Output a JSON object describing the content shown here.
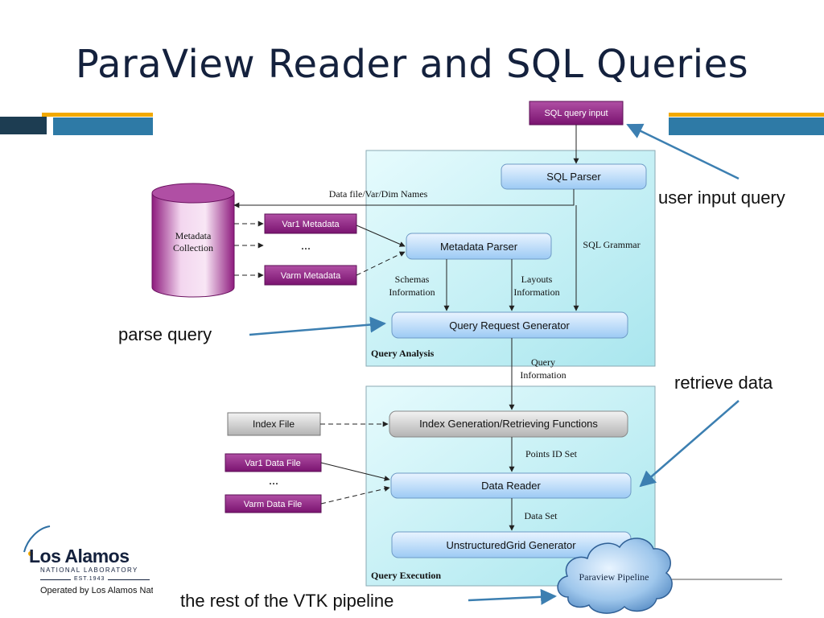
{
  "slide": {
    "title": "ParaView Reader and SQL Queries"
  },
  "diagram": {
    "sql_query_input": "SQL query input",
    "sql_parser": "SQL Parser",
    "data_file_names": "Data file/Var/Dim Names",
    "sql_grammar": "SQL Grammar",
    "metadata_collection_line1": "Metadata",
    "metadata_collection_line2": "Collection",
    "var1_metadata": "Var1 Metadata",
    "varm_metadata": "Varm Metadata",
    "metadata_parser": "Metadata Parser",
    "ellipsis": "...",
    "schemas_line1": "Schemas",
    "schemas_line2": "Information",
    "layouts_line1": "Layouts",
    "layouts_line2": "Information",
    "query_request_generator": "Query Request Generator",
    "query_analysis": "Query Analysis",
    "query_info_line1": "Query",
    "query_info_line2": "Information",
    "index_file": "Index File",
    "index_generation": "Index Generation/Retrieving Functions",
    "points_id_set": "Points ID Set",
    "var1_data_file": "Var1 Data File",
    "varm_data_file": "Varm Data File",
    "data_reader": "Data Reader",
    "data_set": "Data Set",
    "unstructured_grid_generator": "UnstructuredGrid Generator",
    "query_execution": "Query Execution",
    "paraview_pipeline": "Paraview Pipeline"
  },
  "annotations": {
    "user_input_query": "user input query",
    "parse_query": "parse query",
    "retrieve_data": "retrieve data",
    "rest_of_pipeline": "the rest of the VTK pipeline"
  },
  "footer": {
    "logo_name": "Los Alamos",
    "logo_sub": "NATIONAL LABORATORY",
    "logo_est": "EST.1943",
    "operated_by": "Operated by Los Alamos National Security, LLC"
  },
  "colors": {
    "title": "#14213d",
    "accent_orange": "#f2a900",
    "accent_blue": "#2e7aa6",
    "dark_teal": "#1d3d52",
    "magenta_box": "#8e1b7e",
    "panel_cyan": "#c8f1f6"
  }
}
